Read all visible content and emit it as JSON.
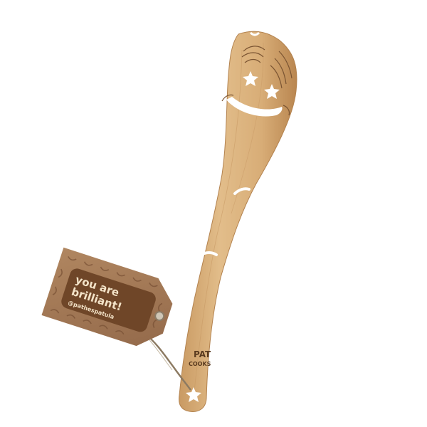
{
  "product": {
    "tag": {
      "line1": "you are",
      "line2": "brilliant!",
      "handle": "@pathespatula"
    },
    "brand": {
      "line1": "PAT",
      "line2": "COOKS"
    }
  },
  "colors": {
    "background": "#ffffff",
    "wood": "#d9b07c",
    "wood_dark": "#c28f5a",
    "tag_paper": "#a47a54",
    "tag_label": "#6f4628",
    "tag_text": "#f3e3c8"
  }
}
